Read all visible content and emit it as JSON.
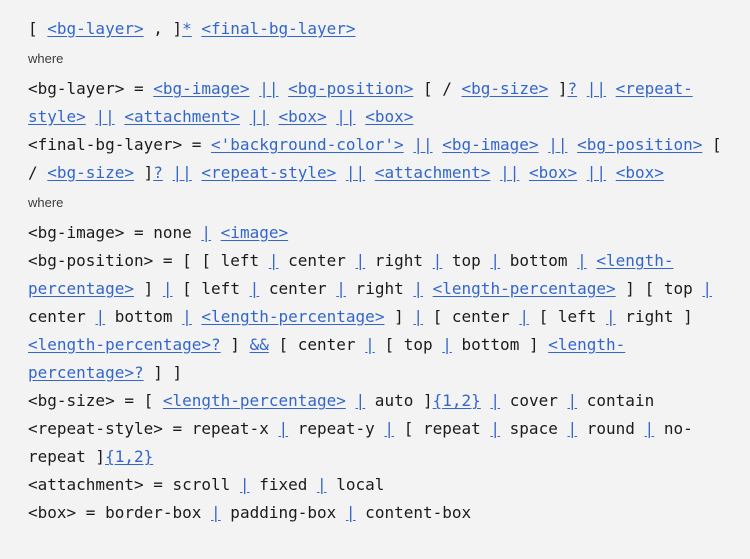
{
  "colors": {
    "background": "#f3f3f3",
    "text": "#1b1b1b",
    "link": "#3366cc",
    "where_text": "#3d3d3d"
  },
  "formal_syntax": {
    "blocks": [
      {
        "type": "code",
        "name": "background-shorthand",
        "tokens": [
          {
            "t": "[ "
          },
          {
            "l": "<bg-layer>",
            "n": "bg-layer"
          },
          {
            "t": " , ]"
          },
          {
            "l": "*",
            "n": "asterisk-multiplier"
          },
          {
            "t": " "
          },
          {
            "l": "<final-bg-layer>",
            "n": "final-bg-layer"
          }
        ]
      },
      {
        "type": "where",
        "text": "where"
      },
      {
        "type": "code",
        "name": "bg-layer",
        "tokens": [
          {
            "t": "<bg-layer> = "
          },
          {
            "l": "<bg-image>",
            "n": "bg-image"
          },
          {
            "t": " "
          },
          {
            "l": "||",
            "n": "double-bar-combinator"
          },
          {
            "t": " "
          },
          {
            "l": "<bg-position>",
            "n": "bg-position"
          },
          {
            "t": " [ / "
          },
          {
            "l": "<bg-size>",
            "n": "bg-size"
          },
          {
            "t": " ]"
          },
          {
            "l": "?",
            "n": "question-multiplier"
          },
          {
            "t": " "
          },
          {
            "l": "||",
            "n": "double-bar-combinator"
          },
          {
            "t": " "
          },
          {
            "l": "<repeat-style>",
            "n": "repeat-style"
          },
          {
            "t": " "
          },
          {
            "l": "||",
            "n": "double-bar-combinator"
          },
          {
            "t": " "
          },
          {
            "l": "<attachment>",
            "n": "attachment"
          },
          {
            "t": " "
          },
          {
            "l": "||",
            "n": "double-bar-combinator"
          },
          {
            "t": " "
          },
          {
            "l": "<box>",
            "n": "box"
          },
          {
            "t": " "
          },
          {
            "l": "||",
            "n": "double-bar-combinator"
          },
          {
            "t": " "
          },
          {
            "l": "<box>",
            "n": "box"
          }
        ]
      },
      {
        "type": "code",
        "name": "final-bg-layer",
        "tokens": [
          {
            "t": "<final-bg-layer> = "
          },
          {
            "l": "<'background-color'>",
            "n": "background-color"
          },
          {
            "t": " "
          },
          {
            "l": "||",
            "n": "double-bar-combinator"
          },
          {
            "t": " "
          },
          {
            "l": "<bg-image>",
            "n": "bg-image"
          },
          {
            "t": " "
          },
          {
            "l": "||",
            "n": "double-bar-combinator"
          },
          {
            "t": " "
          },
          {
            "l": "<bg-position>",
            "n": "bg-position"
          },
          {
            "t": " [ / "
          },
          {
            "l": "<bg-size>",
            "n": "bg-size"
          },
          {
            "t": " ]"
          },
          {
            "l": "?",
            "n": "question-multiplier"
          },
          {
            "t": " "
          },
          {
            "l": "||",
            "n": "double-bar-combinator"
          },
          {
            "t": " "
          },
          {
            "l": "<repeat-style>",
            "n": "repeat-style"
          },
          {
            "t": " "
          },
          {
            "l": "||",
            "n": "double-bar-combinator"
          },
          {
            "t": " "
          },
          {
            "l": "<attachment>",
            "n": "attachment"
          },
          {
            "t": " "
          },
          {
            "l": "||",
            "n": "double-bar-combinator"
          },
          {
            "t": " "
          },
          {
            "l": "<box>",
            "n": "box"
          },
          {
            "t": " "
          },
          {
            "l": "||",
            "n": "double-bar-combinator"
          },
          {
            "t": " "
          },
          {
            "l": "<box>",
            "n": "box"
          }
        ]
      },
      {
        "type": "where",
        "text": "where"
      },
      {
        "type": "code",
        "name": "bg-image",
        "tokens": [
          {
            "t": "<bg-image> = none "
          },
          {
            "l": "|",
            "n": "single-bar-combinator"
          },
          {
            "t": " "
          },
          {
            "l": "<image>",
            "n": "image"
          }
        ]
      },
      {
        "type": "code",
        "name": "bg-position",
        "tokens": [
          {
            "t": "<bg-position> = [ [ left "
          },
          {
            "l": "|",
            "n": "single-bar-combinator"
          },
          {
            "t": " center "
          },
          {
            "l": "|",
            "n": "single-bar-combinator"
          },
          {
            "t": " right "
          },
          {
            "l": "|",
            "n": "single-bar-combinator"
          },
          {
            "t": " top "
          },
          {
            "l": "|",
            "n": "single-bar-combinator"
          },
          {
            "t": " bottom "
          },
          {
            "l": "|",
            "n": "single-bar-combinator"
          },
          {
            "t": " "
          },
          {
            "l": "<length-percentage>",
            "n": "length-percentage"
          },
          {
            "t": " ] "
          },
          {
            "l": "|",
            "n": "single-bar-combinator"
          },
          {
            "t": " [ left "
          },
          {
            "l": "|",
            "n": "single-bar-combinator"
          },
          {
            "t": " center "
          },
          {
            "l": "|",
            "n": "single-bar-combinator"
          },
          {
            "t": " right "
          },
          {
            "l": "|",
            "n": "single-bar-combinator"
          },
          {
            "t": " "
          },
          {
            "l": "<length-percentage>",
            "n": "length-percentage"
          },
          {
            "t": " ] [ top "
          },
          {
            "l": "|",
            "n": "single-bar-combinator"
          },
          {
            "t": " center "
          },
          {
            "l": "|",
            "n": "single-bar-combinator"
          },
          {
            "t": " bottom "
          },
          {
            "l": "|",
            "n": "single-bar-combinator"
          },
          {
            "t": " "
          },
          {
            "l": "<length-percentage>",
            "n": "length-percentage"
          },
          {
            "t": " ] "
          },
          {
            "l": "|",
            "n": "single-bar-combinator"
          },
          {
            "t": " [ center "
          },
          {
            "l": "|",
            "n": "single-bar-combinator"
          },
          {
            "t": " [ left "
          },
          {
            "l": "|",
            "n": "single-bar-combinator"
          },
          {
            "t": " right ] "
          },
          {
            "l": "<length-percentage>",
            "n": "length-percentage"
          },
          {
            "l": "?",
            "n": "question-multiplier"
          },
          {
            "t": " ] "
          },
          {
            "l": "&&",
            "n": "double-ampersand-combinator"
          },
          {
            "t": " [ center "
          },
          {
            "l": "|",
            "n": "single-bar-combinator"
          },
          {
            "t": " [ top "
          },
          {
            "l": "|",
            "n": "single-bar-combinator"
          },
          {
            "t": " bottom ] "
          },
          {
            "l": "<length-percentage>",
            "n": "length-percentage"
          },
          {
            "l": "?",
            "n": "question-multiplier"
          },
          {
            "t": " ] ]"
          }
        ]
      },
      {
        "type": "code",
        "name": "bg-size",
        "tokens": [
          {
            "t": "<bg-size> = [ "
          },
          {
            "l": "<length-percentage>",
            "n": "length-percentage"
          },
          {
            "t": " "
          },
          {
            "l": "|",
            "n": "single-bar-combinator"
          },
          {
            "t": " auto ]"
          },
          {
            "l": "{1,2}",
            "n": "curly-braces-multiplier"
          },
          {
            "t": " "
          },
          {
            "l": "|",
            "n": "single-bar-combinator"
          },
          {
            "t": " cover "
          },
          {
            "l": "|",
            "n": "single-bar-combinator"
          },
          {
            "t": " contain"
          }
        ]
      },
      {
        "type": "code",
        "name": "repeat-style",
        "tokens": [
          {
            "t": "<repeat-style> = repeat-x "
          },
          {
            "l": "|",
            "n": "single-bar-combinator"
          },
          {
            "t": " repeat-y "
          },
          {
            "l": "|",
            "n": "single-bar-combinator"
          },
          {
            "t": " [ repeat "
          },
          {
            "l": "|",
            "n": "single-bar-combinator"
          },
          {
            "t": " space "
          },
          {
            "l": "|",
            "n": "single-bar-combinator"
          },
          {
            "t": " round "
          },
          {
            "l": "|",
            "n": "single-bar-combinator"
          },
          {
            "t": " no-repeat ]"
          },
          {
            "l": "{1,2}",
            "n": "curly-braces-multiplier"
          }
        ]
      },
      {
        "type": "code",
        "name": "attachment",
        "tokens": [
          {
            "t": "<attachment> = scroll "
          },
          {
            "l": "|",
            "n": "single-bar-combinator"
          },
          {
            "t": " fixed "
          },
          {
            "l": "|",
            "n": "single-bar-combinator"
          },
          {
            "t": " local"
          }
        ]
      },
      {
        "type": "code",
        "name": "box",
        "tokens": [
          {
            "t": "<box> = border-box "
          },
          {
            "l": "|",
            "n": "single-bar-combinator"
          },
          {
            "t": " padding-box "
          },
          {
            "l": "|",
            "n": "single-bar-combinator"
          },
          {
            "t": " content-box"
          }
        ]
      }
    ]
  }
}
